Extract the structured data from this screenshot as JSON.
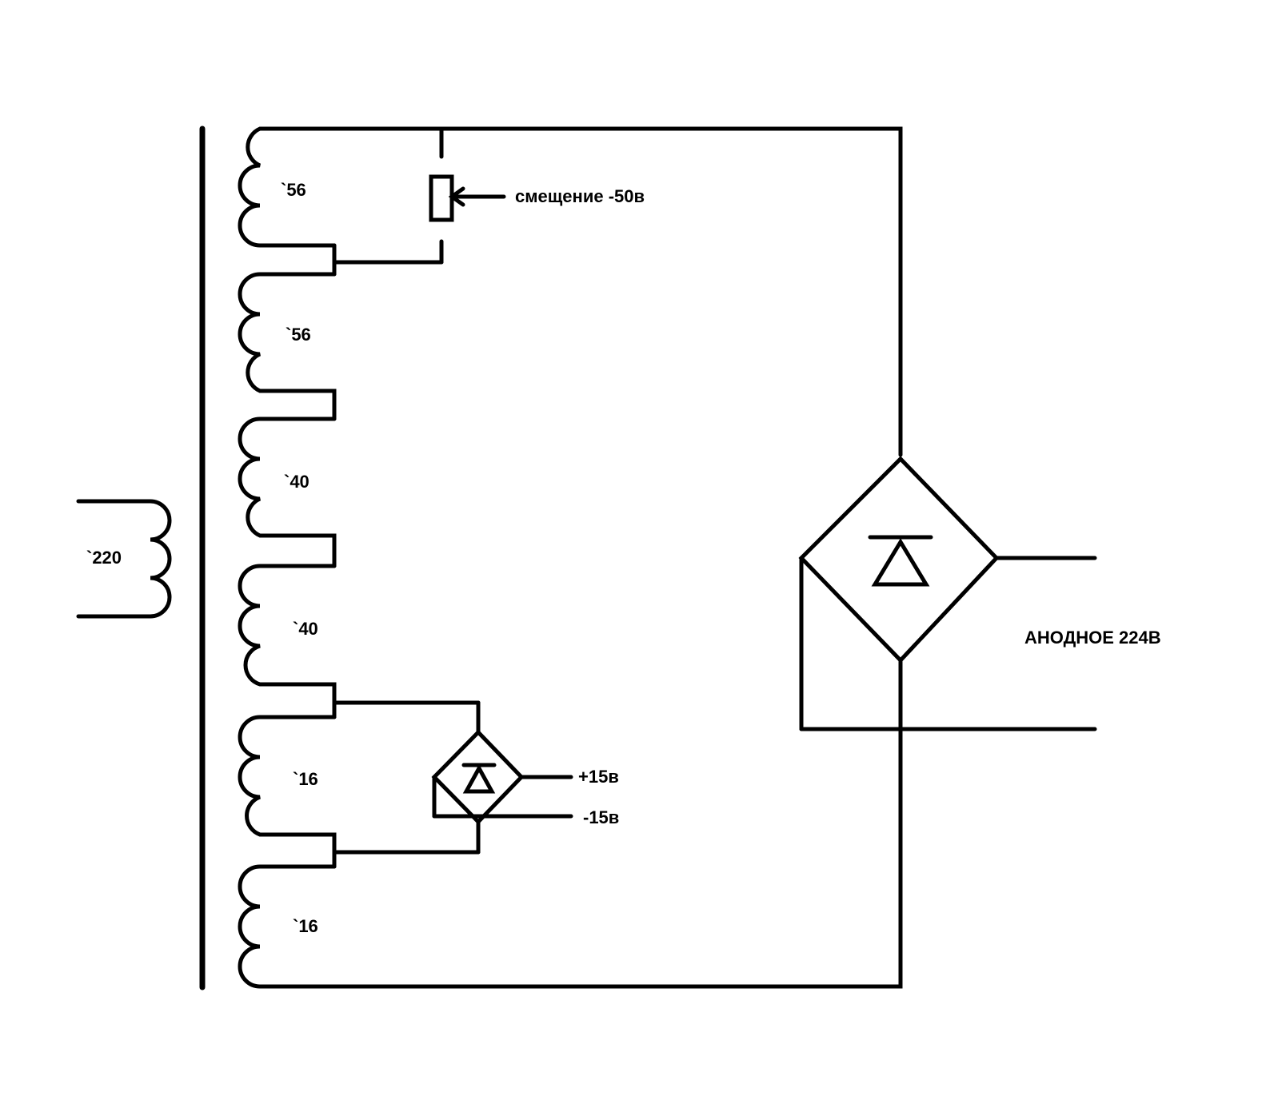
{
  "diagram": {
    "primary_label": "`220",
    "secondary_labels": [
      "`56",
      "`56",
      "`40",
      "`40",
      "`16",
      "`16"
    ],
    "bias_label": "смещение -50в",
    "plus_label": "+15в",
    "minus_label": "-15в",
    "anode_label": "АНОДНОЕ 224В"
  },
  "icons": {
    "potentiometer": "potentiometer-icon",
    "small_bridge": "diode-bridge-icon",
    "large_bridge": "diode-bridge-icon"
  },
  "colors": {
    "ink": "#000000",
    "background": "#ffffff"
  }
}
